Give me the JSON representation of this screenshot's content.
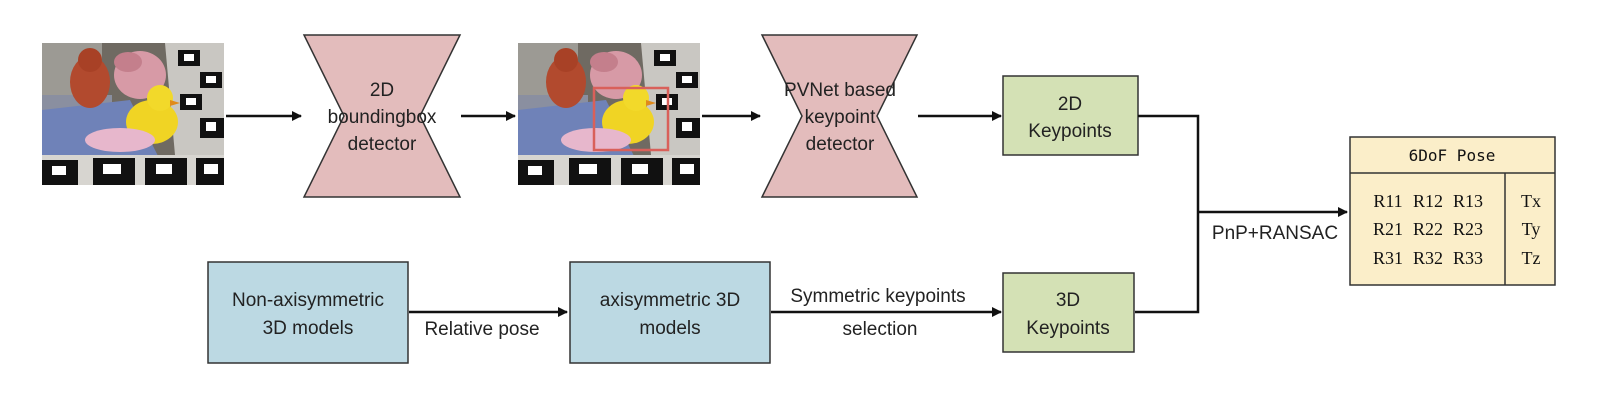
{
  "nodes": {
    "bbox_detector": {
      "line1": "2D",
      "line2": "boundingbox",
      "line3": "detector"
    },
    "keypoint_detector": {
      "line1": "PVNet based",
      "line2": "keypoint",
      "line3": "detector"
    },
    "kp2d": {
      "line1": "2D",
      "line2": "Keypoints"
    },
    "kp3d": {
      "line1": "3D",
      "line2": "Keypoints"
    },
    "non_axisym": {
      "line1": "Non-axisymmetric",
      "line2": "3D models"
    },
    "axisym": {
      "line1": "axisymmetric 3D",
      "line2": "models"
    }
  },
  "edges": {
    "relative_pose": "Relative pose",
    "symmetric_line1": "Symmetric keypoints",
    "symmetric_line2": "selection",
    "pnp": "PnP+RANSAC"
  },
  "pose": {
    "title": "6DoF Pose",
    "rotation": [
      [
        "R11",
        "R12",
        "R13"
      ],
      [
        "R21",
        "R22",
        "R23"
      ],
      [
        "R31",
        "R32",
        "R33"
      ]
    ],
    "translation": [
      "Tx",
      "Ty",
      "Tz"
    ]
  },
  "images": {
    "input": "scene-photo",
    "cropped": "scene-photo-with-bbox"
  },
  "colors": {
    "detector_fill": "#e3bcbc",
    "keypoint_fill": "#d4e1b5",
    "model_fill": "#bcd9e3",
    "pose_fill": "#fbeec9"
  }
}
